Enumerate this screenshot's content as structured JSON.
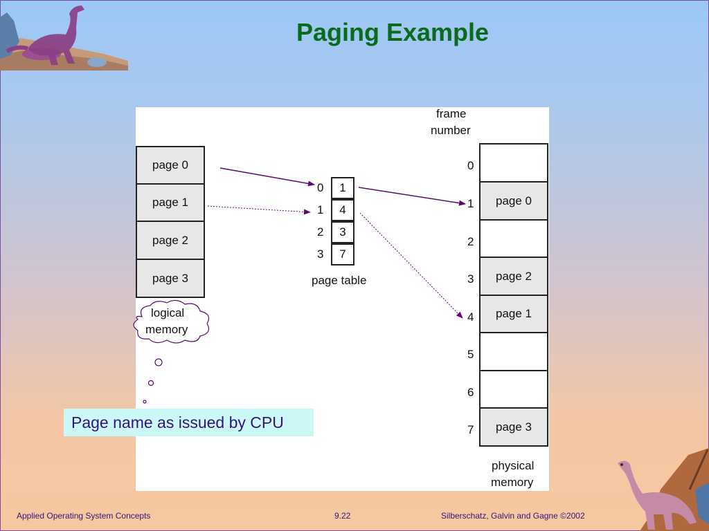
{
  "title": "Paging Example",
  "logical_memory": {
    "pages": [
      "page 0",
      "page 1",
      "page 2",
      "page 3"
    ],
    "cloud_label_line1": "logical",
    "cloud_label_line2": "memory"
  },
  "page_table": {
    "indices": [
      "0",
      "1",
      "2",
      "3"
    ],
    "frames": [
      "1",
      "4",
      "3",
      "7"
    ],
    "label": "page table"
  },
  "physical_memory": {
    "header_line1": "frame",
    "header_line2": "number",
    "frame_numbers": [
      "0",
      "1",
      "2",
      "3",
      "4",
      "5",
      "6",
      "7"
    ],
    "frames": [
      "",
      "page 0",
      "",
      "page 2",
      "page 1",
      "",
      "",
      "page 3"
    ],
    "label_line1": "physical",
    "label_line2": "memory"
  },
  "caption": "Page name as issued by CPU",
  "footer": {
    "left": "Applied Operating System Concepts",
    "center": "9.22",
    "right": "Silberschatz, Galvin and  Gagne ©2002"
  },
  "colors": {
    "title": "#0a6b1c",
    "arrows": "#5a0a6e",
    "caption_bg": "#ccf7f7",
    "footer_text": "#34157a"
  },
  "icons": [
    "dinosaur-top-left-icon",
    "dinosaur-bottom-right-icon"
  ]
}
